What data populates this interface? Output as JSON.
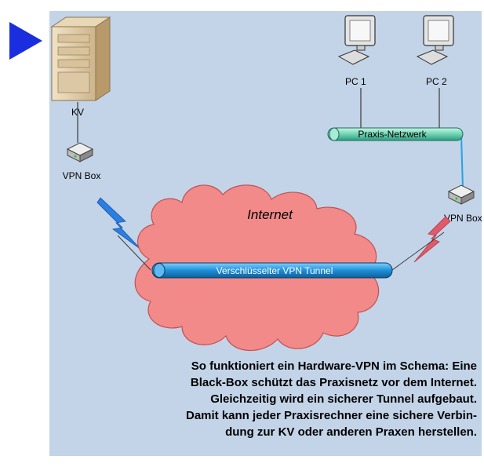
{
  "labels": {
    "kv": "KV",
    "vpn_box_left": "VPN Box",
    "vpn_box_right": "VPN Box",
    "pc1": "PC 1",
    "pc2": "PC 2",
    "network": "Praxis-Netzwerk",
    "internet": "Internet",
    "tunnel": "Verschlüsselter VPN Tunnel"
  },
  "caption": [
    "So funktioniert ein Hardware-VPN im Schema: Eine",
    "Black-Box schützt das Praxisnetz vor dem Internet.",
    "Gleichzeitig wird ein sicherer Tunnel aufgebaut.",
    "Damit kann jeder Praxisrechner eine sichere Verbin-",
    "dung zur KV oder anderen Praxen herstellen."
  ],
  "colors": {
    "background_panel": "#c3d4e8",
    "cloud": "#f28a8a",
    "tunnel": "#2aa0e8",
    "network_bar": "#7fd8c0",
    "arrow": "#1a2ee0",
    "lightning_left": "#2b7fe0",
    "lightning_right": "#e05a6a"
  }
}
